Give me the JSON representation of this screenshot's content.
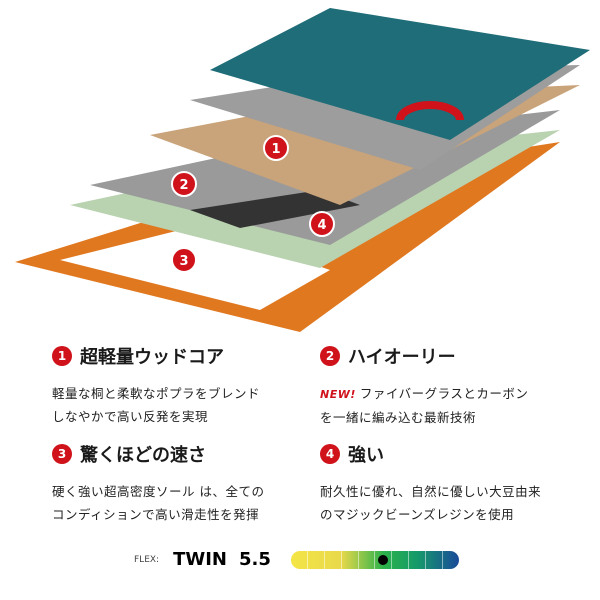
{
  "features": [
    {
      "num": "1",
      "title": "超軽量ウッドコア",
      "lines": [
        "軽量な桐と柔軟なポプラをブレンド",
        "しなやかで高い反発を実現"
      ]
    },
    {
      "num": "2",
      "title": "ハイオーリー",
      "new": "NEW!",
      "lines": [
        "ファイバーグラスとカーボン",
        "を一緒に編み込む最新技術"
      ]
    },
    {
      "num": "3",
      "title": "驚くほどの速さ",
      "lines": [
        "硬く強い超高密度ソール は、全ての",
        "コンディションで高い滑走性を発揮"
      ]
    },
    {
      "num": "4",
      "title": "強い",
      "lines": [
        "耐久性に優れ、自然に優しい大豆由来",
        "のマジックビーンズレジンを使用"
      ]
    }
  ],
  "diagram_markers": [
    "1",
    "2",
    "3",
    "4"
  ],
  "flex": {
    "label": "FLEX:",
    "type": "TWIN",
    "value": "5.5",
    "rating": 5.5,
    "scale_max": 10
  }
}
